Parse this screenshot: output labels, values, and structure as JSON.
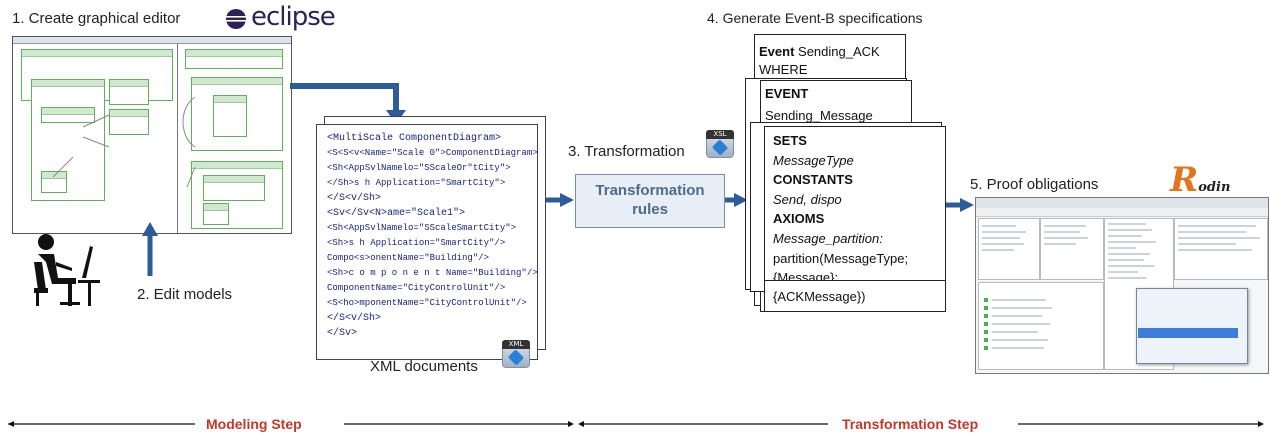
{
  "steps": {
    "create_editor": "1. Create graphical editor",
    "edit_models": "2. Edit models",
    "transformation": "3. Transformation",
    "generate_eventb": "4. Generate Event-B specifications",
    "proof_obligations": "5. Proof obligations"
  },
  "logos": {
    "eclipse": "eclipse",
    "rodin_initial": "R",
    "rodin_rest": "odin"
  },
  "xml": {
    "caption": "XML documents",
    "lines": [
      "<MultiScale ComponentDiagram>",
      "<S<S<v<Name=\"Scale 0\">ComponentDiagram>",
      "<Sh<AppSvlNamelo=\"SScaleOr\"tCity\">",
      "</Sh>s h Application=\"SmartCity\">",
      "</S<v/Sh>",
      "<Sv</Sv<N>ame=\"Scale1\">",
      "<Sh<AppSvlNamelo=\"SScaleSmartCity\">",
      "<Sh>s h Application=\"SmartCity\"/>",
      "Compo<s>onentName=\"Building\"/>",
      "<Sh>c o m p o n e n t Name=\"Building\"/>",
      "ComponentName=\"CityControlUnit\"/>",
      "<S<ho>mponentName=\"CityControlUnit\"/>",
      "</S<v/Sh>",
      "</Sv>"
    ]
  },
  "transformation_rules": "Transformation rules",
  "xsl_label": "XSL",
  "xml_icon_label": "XML",
  "eventb": {
    "box1_line1_bold": "Event",
    "box1_line1_rest": " Sending_ACK",
    "box1_line2": "WHERE",
    "box2_line1": "EVENT",
    "box2_line2": "Sending_Message",
    "box3": {
      "sets": "SETS",
      "message_type": "MessageType",
      "constants": "CONSTANTS",
      "send_dispo": "Send, dispo",
      "axioms": "AXIOMS",
      "message_partition": "Message_partition:",
      "partition_line1": "partition(MessageType;",
      "partition_line2": "{Message};",
      "ackmessage": "{ACKMessage})"
    }
  },
  "bottom": {
    "modeling_step": "Modeling Step",
    "transformation_step": "Transformation Step"
  },
  "colors": {
    "arrow_blue": "#2e5b9a",
    "step_red": "#c0392b",
    "eclipse_purple": "#2c2255",
    "rodin_orange": "#e0761d"
  }
}
